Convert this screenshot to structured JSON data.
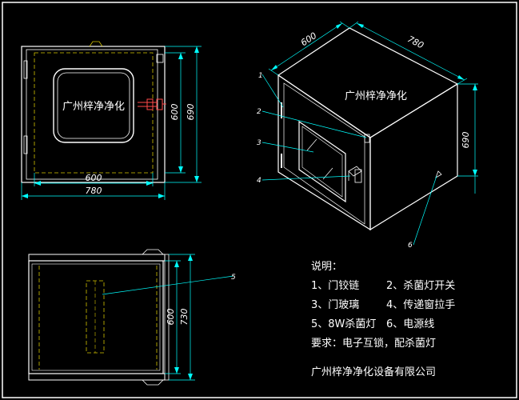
{
  "colors": {
    "background": "#000000",
    "frame": "#ffffff",
    "line": "#ffffff",
    "dimension": "#00ffff",
    "hidden": "#d4c400",
    "handle": "#ff4a4a",
    "note": "#ffffff"
  },
  "front_view": {
    "brand_label": "广州梓净净化",
    "dim_width_inner": "600",
    "dim_width_outer": "780",
    "dim_height_inner": "600",
    "dim_height_outer": "690"
  },
  "iso_view": {
    "brand_label": "广州梓净净化",
    "dim_depth": "600",
    "dim_width": "780",
    "dim_height": "690",
    "callouts": [
      "1",
      "2",
      "3",
      "4",
      "6"
    ]
  },
  "top_view": {
    "callout": "5",
    "dim_inner": "600",
    "dim_outer": "730"
  },
  "legend": {
    "title": "说明：",
    "items": [
      "1、门铰链",
      "2、杀菌灯开关",
      "3、门玻璃",
      "4、传递窗拉手",
      "5、8W杀菌灯",
      "6、电源线"
    ],
    "requirement": "要求：电子互锁，配杀菌灯",
    "company": "广州梓净净化设备有限公司"
  }
}
